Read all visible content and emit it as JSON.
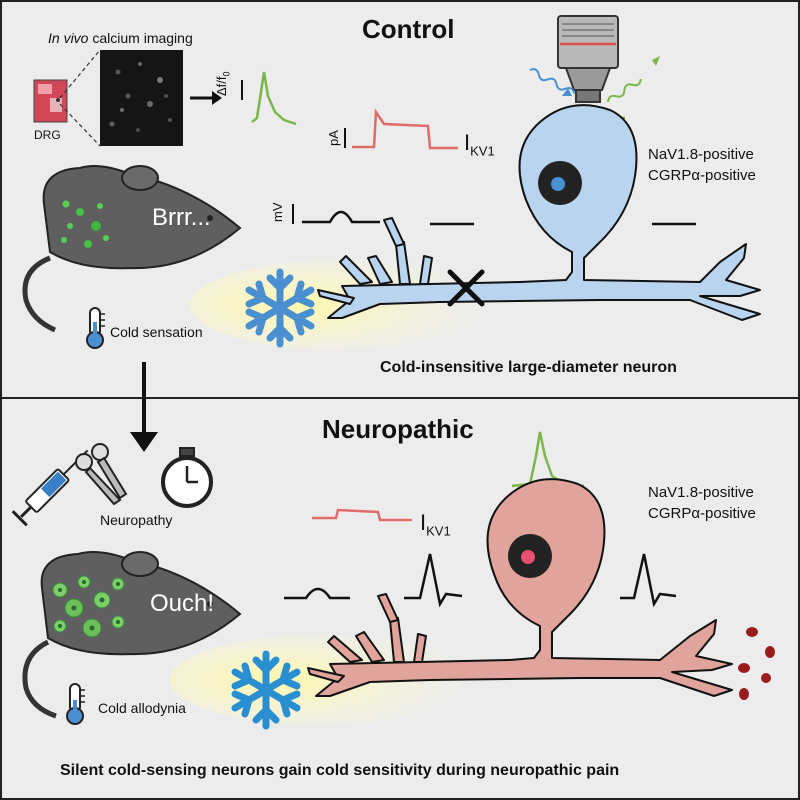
{
  "control": {
    "title": "Control",
    "imaging_label_italic": "In vivo",
    "imaging_label_rest": " calcium imaging",
    "drg_label": "DRG",
    "df_label": "Δf/f",
    "df_sub": "0",
    "pa_label": "pA",
    "mv_label": "mV",
    "ikv1_label": "I",
    "ikv1_sub": "KV1",
    "marker_1": "NaV1.8-positive",
    "marker_2": "CGRPα-positive",
    "mouse_text": "Brrr...",
    "thermo_label": "Cold sensation",
    "caption": "Cold-insensitive large-diameter neuron"
  },
  "neuropathic": {
    "title": "Neuropathic",
    "neuropathy_label": "Neuropathy",
    "ikv1_label": "I",
    "ikv1_sub": "KV1",
    "marker_1": "NaV1.8-positive",
    "marker_2": "CGRPα-positive",
    "mouse_text": "Ouch!",
    "thermo_label": "Cold allodynia",
    "caption": "Silent cold-sensing neurons gain cold sensitivity during neuropathic pain"
  },
  "colors": {
    "background": "#ececec",
    "control_neuron": "#b8d4ee",
    "neuropathic_neuron": "#e0a49c",
    "trace_green": "#7ab648",
    "trace_red": "#e06b6b",
    "snowflake": "#4a8fd0",
    "mouse": "#5f5f5f",
    "release_dots": "#9a1c1c"
  },
  "icons": [
    "syringe-icon",
    "scissors-icon",
    "stopwatch-icon",
    "thermometer-icon",
    "snowflake-icon",
    "microscope-icon",
    "mouse-icon",
    "neuron-icon"
  ]
}
